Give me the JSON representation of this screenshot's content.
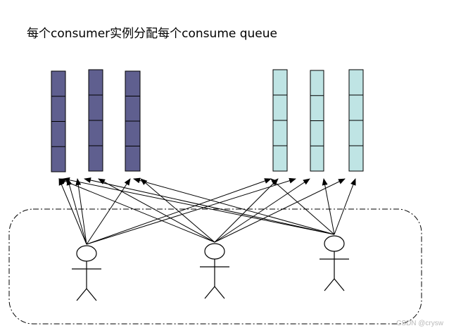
{
  "title": "每个consumer实例分配每个consume queue",
  "watermark": "CSDN @crysw",
  "colors": {
    "queue_dark_fill": "#5f5f8f",
    "queue_light_fill": "#bfe4e4",
    "stroke": "#000000",
    "background": "#ffffff"
  },
  "queue_groups": [
    {
      "name": "left",
      "queues": 3,
      "cells_per_queue": 4,
      "color": "#5f5f8f"
    },
    {
      "name": "right",
      "queues": 3,
      "cells_per_queue": 4,
      "color": "#bfe4e4"
    }
  ],
  "consumers": 3,
  "connection_rule": "each consumer connects to every queue"
}
